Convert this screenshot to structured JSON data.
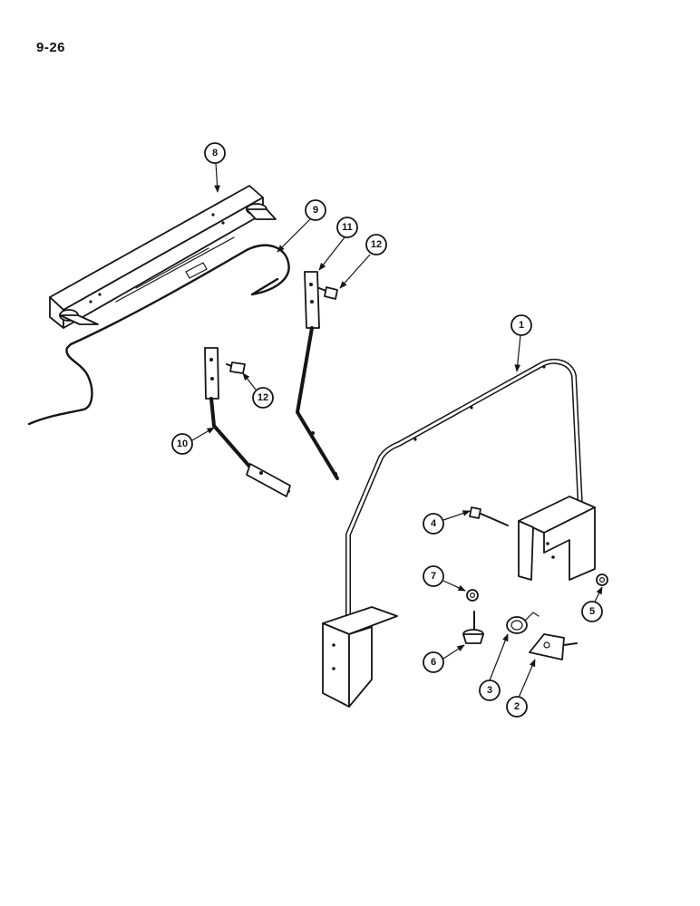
{
  "page": {
    "number": "9-26"
  },
  "callouts": [
    {
      "id": "c1",
      "label": "1"
    },
    {
      "id": "c2",
      "label": "2"
    },
    {
      "id": "c3",
      "label": "3"
    },
    {
      "id": "c4",
      "label": "4"
    },
    {
      "id": "c5",
      "label": "5"
    },
    {
      "id": "c6",
      "label": "6"
    },
    {
      "id": "c7",
      "label": "7"
    },
    {
      "id": "c8",
      "label": "8"
    },
    {
      "id": "c9",
      "label": "9"
    },
    {
      "id": "c10",
      "label": "10"
    },
    {
      "id": "c11",
      "label": "11"
    },
    {
      "id": "c12a",
      "label": "12"
    },
    {
      "id": "c12b",
      "label": "12"
    }
  ]
}
